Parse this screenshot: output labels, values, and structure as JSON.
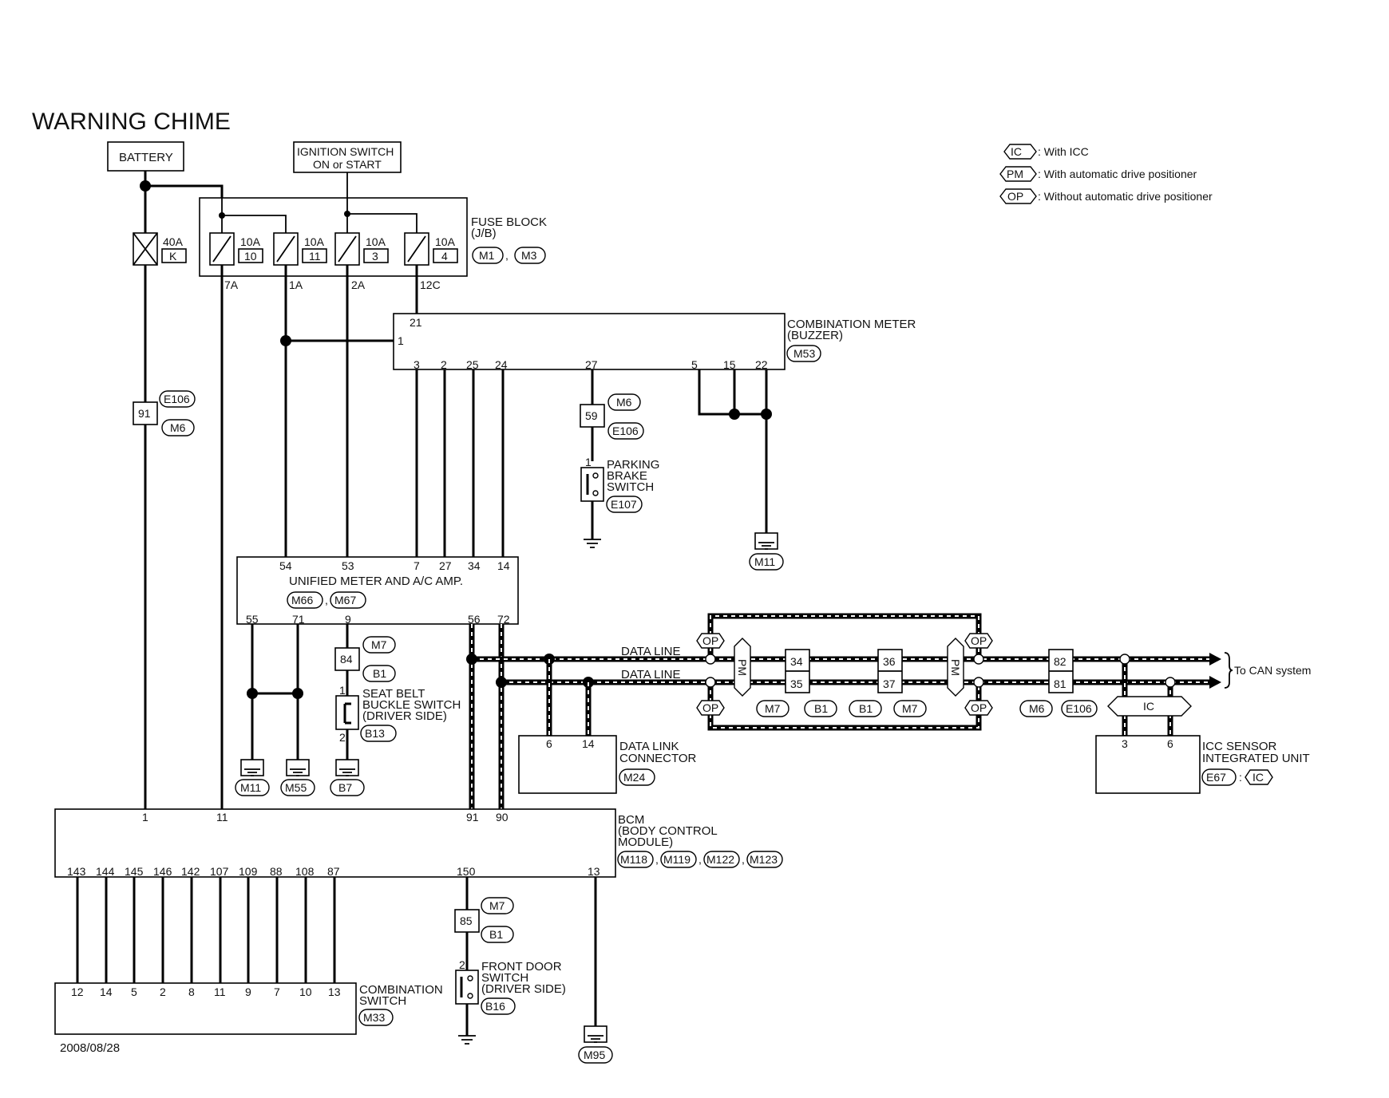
{
  "title": "WARNING CHIME",
  "date": "2008/08/28",
  "legend": {
    "ic_tag": "IC",
    "ic_text": ": With ICC",
    "pm_tag": "PM",
    "pm_text": ": With automatic drive positioner",
    "op_tag": "OP",
    "op_text": ": Without automatic drive positioner"
  },
  "sources": {
    "battery": "BATTERY",
    "ign_line1": "IGNITION SWITCH",
    "ign_line2": "ON or START"
  },
  "fusible_link": {
    "rating": "40A",
    "letter": "K"
  },
  "fuse_block": {
    "name_line1": "FUSE BLOCK",
    "name_line2": "(J/B)",
    "connectors": [
      "M1",
      "M3"
    ],
    "fuses": [
      {
        "rating": "10A",
        "number": "10",
        "out_pin": "7A"
      },
      {
        "rating": "10A",
        "number": "11",
        "out_pin": "1A"
      },
      {
        "rating": "10A",
        "number": "3",
        "out_pin": "2A"
      },
      {
        "rating": "10A",
        "number": "4",
        "out_pin": "12C"
      }
    ]
  },
  "combination_meter": {
    "name_line1": "COMBINATION METER",
    "name_line2": "(BUZZER)",
    "connector": "M53",
    "pin_top": "21",
    "pin_left": "1",
    "pins_bottom": [
      "3",
      "2",
      "25",
      "24",
      "27",
      "5",
      "15",
      "22"
    ]
  },
  "joint_91": {
    "pin": "91",
    "conn_a": "E106",
    "conn_b": "M6"
  },
  "joint_59": {
    "pin": "59",
    "conn_a": "M6",
    "conn_b": "E106"
  },
  "parking_brake": {
    "line1": "PARKING",
    "line2": "BRAKE",
    "line3": "SWITCH",
    "connector": "E107",
    "pin": "1"
  },
  "ground_m11_right": "M11",
  "unified_meter": {
    "name": "UNIFIED METER AND A/C AMP.",
    "connectors": [
      "M66",
      "M67"
    ],
    "pins_top": [
      "54",
      "53",
      "7",
      "27",
      "34",
      "14"
    ],
    "pins_bottom": [
      "55",
      "71",
      "9",
      "56",
      "72"
    ]
  },
  "joint_84": {
    "pin": "84",
    "conn_a": "M7",
    "conn_b": "B1"
  },
  "seat_belt": {
    "line1": "SEAT BELT",
    "line2": "BUCKLE SWITCH",
    "line3": "(DRIVER SIDE)",
    "connector": "B13",
    "pin_top": "1",
    "pin_bottom": "2"
  },
  "grounds_left": [
    "M11",
    "M55",
    "B7"
  ],
  "data_line": {
    "label1": "DATA LINE",
    "label2": "DATA LINE",
    "to_can": "To CAN system"
  },
  "tags": {
    "op": "OP",
    "pm": "PM",
    "ic": "IC"
  },
  "joints_can": {
    "j1": {
      "top": "34",
      "bottom": "35"
    },
    "j2": {
      "top": "36",
      "bottom": "37"
    },
    "j3": {
      "top": "82",
      "bottom": "81"
    },
    "labels": [
      "M7",
      "B1",
      "B1",
      "M7",
      "M6",
      "E106"
    ]
  },
  "data_link": {
    "line1": "DATA LINK",
    "line2": "CONNECTOR",
    "connector": "M24",
    "pins": [
      "6",
      "14"
    ]
  },
  "icc_sensor": {
    "line1": "ICC SENSOR",
    "line2": "INTEGRATED UNIT",
    "connector": "E67",
    "tag": "IC",
    "pins": [
      "3",
      "6"
    ]
  },
  "bcm": {
    "line1": "BCM",
    "line2": "(BODY CONTROL",
    "line3": "MODULE)",
    "connectors": [
      "M118",
      "M119",
      "M122",
      "M123"
    ],
    "pins_top": [
      "1",
      "11",
      "91",
      "90"
    ],
    "pins_bottom": [
      "143",
      "144",
      "145",
      "146",
      "142",
      "107",
      "109",
      "88",
      "108",
      "87",
      "150",
      "13"
    ]
  },
  "joint_85": {
    "pin": "85",
    "conn_a": "M7",
    "conn_b": "B1"
  },
  "front_door": {
    "line1": "FRONT DOOR",
    "line2": "SWITCH",
    "line3": "(DRIVER SIDE)",
    "connector": "B16",
    "pin": "2"
  },
  "ground_m95": "M95",
  "combination_switch": {
    "line1": "COMBINATION",
    "line2": "SWITCH",
    "connector": "M33",
    "pins": [
      "12",
      "14",
      "5",
      "2",
      "8",
      "11",
      "9",
      "7",
      "10",
      "13"
    ]
  }
}
